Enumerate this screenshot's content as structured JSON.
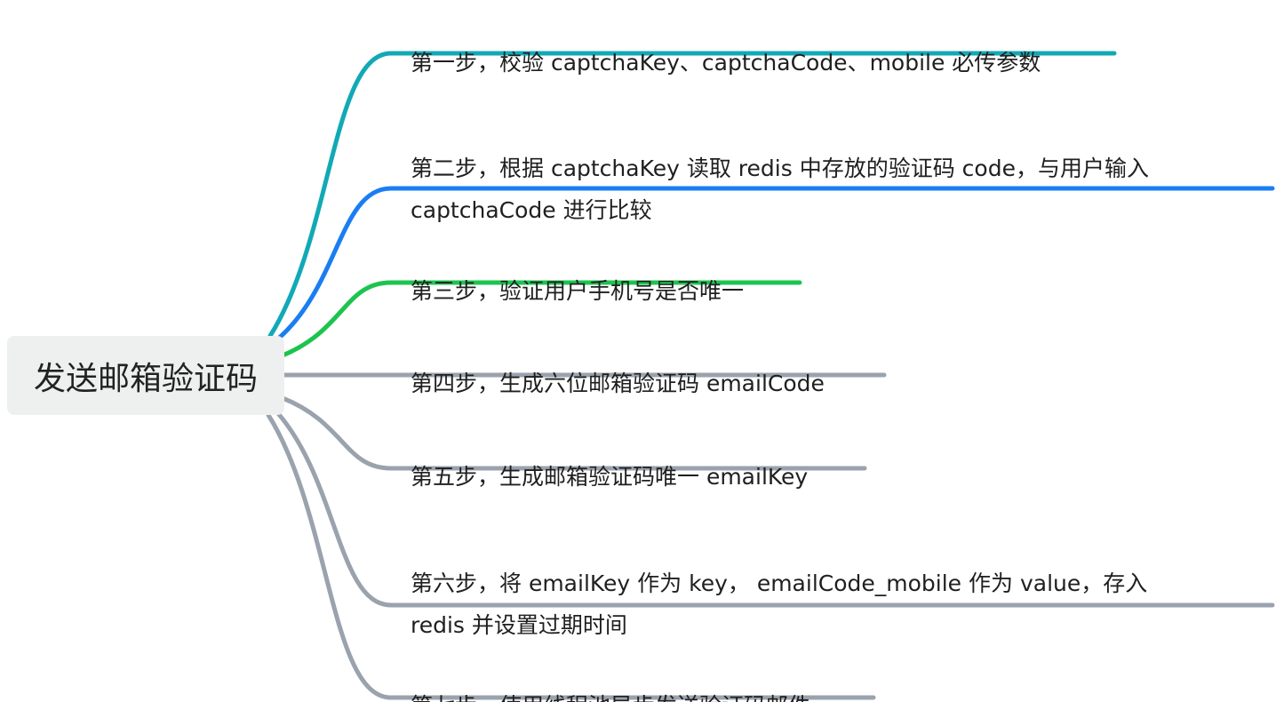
{
  "mindmap": {
    "root": {
      "label": "发送邮箱验证码"
    },
    "branches": [
      {
        "label": "第一步，校验 captchaKey、captchaCode、mobile 必传参数",
        "color": "#12a9b6"
      },
      {
        "label": "第二步，根据 captchaKey 读取 redis 中存放的验证码 code，与用户输入\ncaptchaCode 进行比较",
        "color": "#1a7ef2"
      },
      {
        "label": "第三步，验证用户手机号是否唯一",
        "color": "#1cc44f"
      },
      {
        "label": "第四步，生成六位邮箱验证码 emailCode",
        "color": "#9aa3ad"
      },
      {
        "label": "第五步，生成邮箱验证码唯一 emailKey",
        "color": "#9aa3ad"
      },
      {
        "label": "第六步，将 emailKey 作为 key， emailCode_mobile 作为 value，存入\nredis 并设置过期时间",
        "color": "#9aa3ad"
      },
      {
        "label": "第七步，使用线程池异步发送验证码邮件",
        "color": "#9aa3ad"
      }
    ]
  }
}
